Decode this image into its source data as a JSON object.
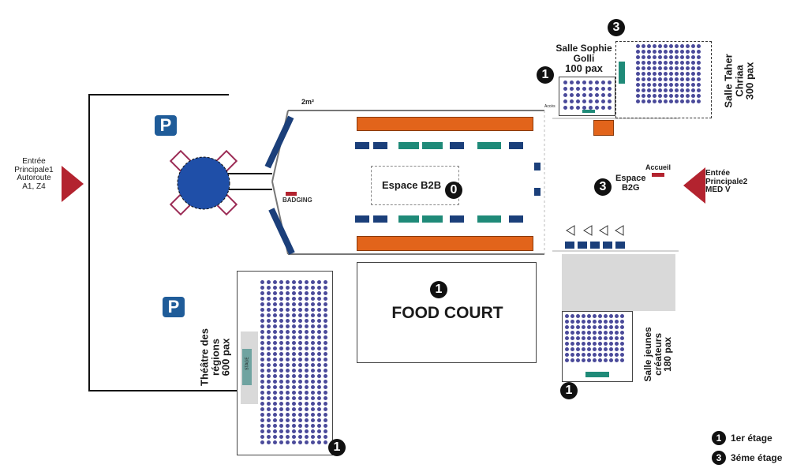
{
  "entrance_left": {
    "line1": "Entrée",
    "line2": "Principale1",
    "line3": "Autoroute",
    "line4": "A1, Z4"
  },
  "entrance_right": {
    "line1": "Entrée",
    "line2": "Principale2",
    "line3": "MED V"
  },
  "parking_label": "P",
  "hall_labels": {
    "size_note": "2m²",
    "badging": "BADGING",
    "acces": "Accès",
    "accueil": "Accueil"
  },
  "espace_b2b": {
    "label": "Espace B2B",
    "floor": "0"
  },
  "espace_b2g": {
    "line1": "Espace",
    "line2": "B2G",
    "floor": "3"
  },
  "food_court": {
    "label": "FOOD COURT",
    "floor": "1"
  },
  "salle_sophie": {
    "line1": "Salle Sophie",
    "line2": "Golli",
    "line3": "100 pax",
    "floor": "1"
  },
  "salle_taher": {
    "line1": "Salle Taher",
    "line2": "Chriaa",
    "line3": "300 pax",
    "floor": "3"
  },
  "salle_jeunes": {
    "line1": "Salle jeunes",
    "line2": "créateurs",
    "line3": "180 pax",
    "floor": "1"
  },
  "theatre": {
    "line1": "Théâtre des",
    "line2": "régions",
    "line3": "600 pax",
    "floor": "1",
    "stage": "STAGE"
  },
  "legend": [
    {
      "badge": "1",
      "text": "1er étage"
    },
    {
      "badge": "3",
      "text": "3éme étage"
    }
  ],
  "colors": {
    "arrow": "#b3232f",
    "parking": "#1f5c99",
    "orange_booths": "#e2641b",
    "seats": "#4a4a9a",
    "teal_booth": "#1f8a78",
    "navy_booth": "#1b3f7a",
    "gray_area": "#d9d9d9",
    "round_pavilion": "#1f4fa8"
  }
}
